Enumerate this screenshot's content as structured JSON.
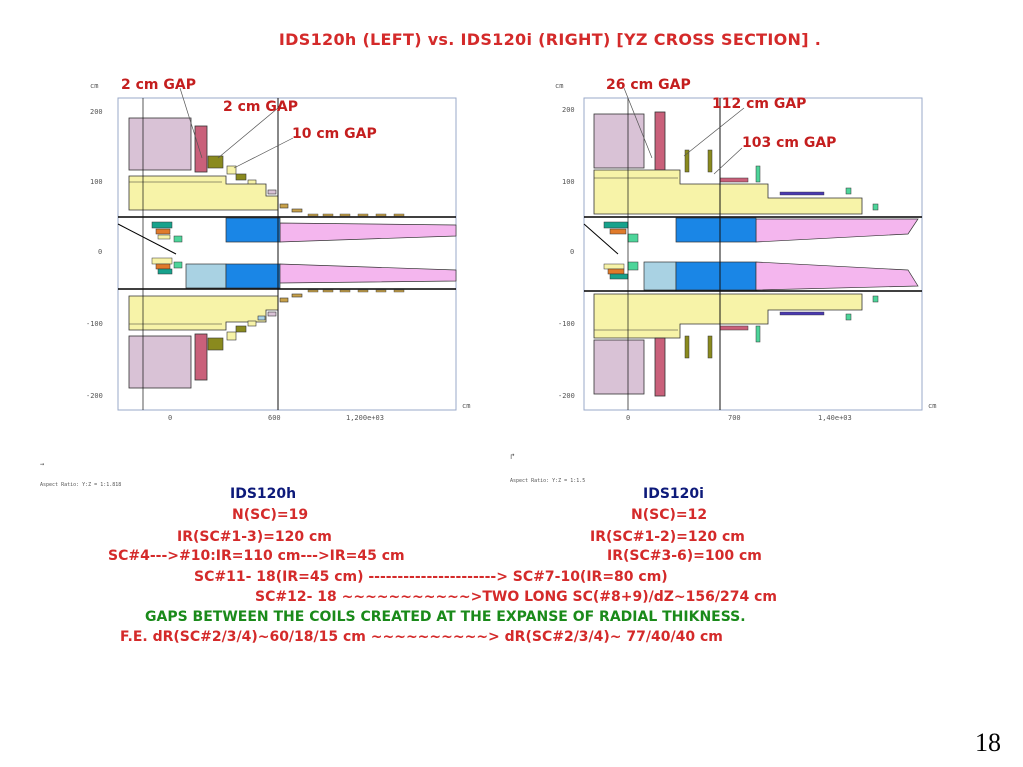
{
  "title": "IDS120h (LEFT) vs. IDS120i (RIGHT)  [YZ CROSS SECTION] .",
  "axis_unit": "cm",
  "left_plot": {
    "y_ticks": [
      "200",
      "100",
      "0",
      "-100",
      "-200"
    ],
    "x_ticks": [
      "0",
      "600",
      "1,200e+03"
    ],
    "gap_labels": [
      "2 cm GAP",
      "2 cm GAP",
      "10 cm GAP"
    ],
    "corner_note": "Aspect Ratio: Y:Z = 1:1.818"
  },
  "right_plot": {
    "y_ticks": [
      "200",
      "100",
      "0",
      "-100",
      "-200"
    ],
    "x_ticks": [
      "0",
      "700",
      "1,40e+03"
    ],
    "gap_labels": [
      "26  cm GAP",
      "112 cm GAP",
      "103 cm GAP"
    ],
    "corner_note": "Aspect Ratio: Y:Z = 1:1.5"
  },
  "text_lines": {
    "ids120h": "IDS120h",
    "ids120i": "IDS120i",
    "nsc_left": "N(SC)=19",
    "nsc_right": "N(SC)=12",
    "ir_left": "IR(SC#1-3)=120 cm",
    "ir_right": "IR(SC#1-2)=120 cm",
    "sc4_left": "SC#4--->#10:IR=110 cm--->IR=45 cm",
    "sc4_right": "IR(SC#3-6)=100 cm",
    "sc11": "SC#11- 18(IR=45 cm)  ---------------------->    SC#7-10(IR=80 cm)",
    "sc12": "SC#12- 18              ~~~~~~~~~~~>TWO LONG SC(#8+9)/dZ~156/274 cm",
    "gaps": "GAPS BETWEEN THE COILS CREATED AT THE EXPANSE OF RADIAL THIKNESS.",
    "fe": "F.E. dR(SC#2/3/4)~60/18/15 cm ~~~~~~~~~~>  dR(SC#2/3/4)~ 77/40/40 cm"
  },
  "page_number": "18",
  "colors": {
    "title_red": "#d42a2a",
    "label_blue": "#0d1a7a",
    "gaps_green": "#1a8a1a",
    "coil_lilac": "#d9c2d6",
    "coil_pink": "#c9607a",
    "coil_yellow": "#f7f3a8",
    "coil_olive": "#8a8a1e",
    "shield_blue": "#1a86e6",
    "shield_lightblue": "#a9d2e3",
    "taper_pink": "#f4b6ee"
  }
}
